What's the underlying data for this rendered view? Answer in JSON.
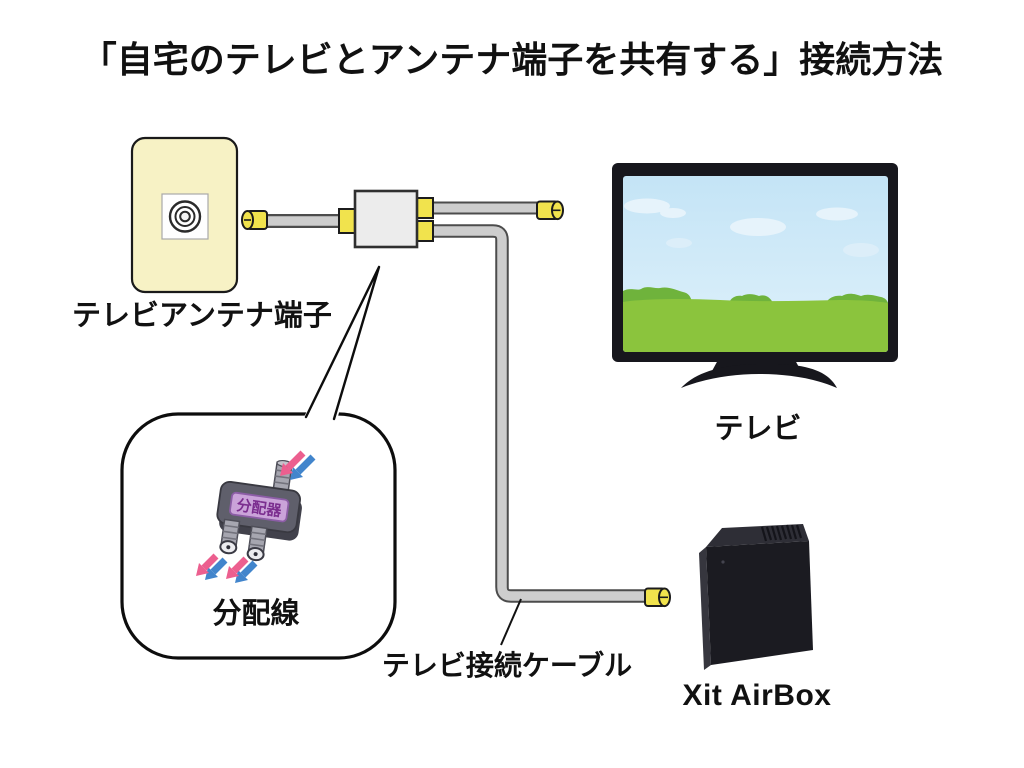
{
  "title": "「自宅のテレビとアンテナ端子を共有する」接続方法",
  "labels": {
    "antenna_terminal": "テレビアンテナ端子",
    "tv": "テレビ",
    "splitter_bubble": "分配線",
    "splitter_device": "分配器",
    "tv_cable": "テレビ接続ケーブル",
    "tuner": "Xit AirBox"
  },
  "connections": [
    {
      "from": "テレビアンテナ端子",
      "to": "分配線"
    },
    {
      "from": "分配線",
      "to": "テレビ"
    },
    {
      "from": "分配線",
      "to": "Xit AirBox",
      "via": "テレビ接続ケーブル"
    }
  ],
  "colors": {
    "background": "#ffffff",
    "wall_plate_cream": "#f7f2c5",
    "connector_yellow": "#f1e34d",
    "cable_gray": "#cdcdcd",
    "cable_outline": "#4c4c4c",
    "splitter_box_gray": "#ececec",
    "tv_frame_black": "#17171d",
    "tv_sky_blue": "#c6e6f6",
    "tv_grass_green": "#8bc43d",
    "tv_bush_green": "#6fb33c",
    "arrow_pink": "#ec5f8f",
    "arrow_blue": "#4285cc",
    "device_body_gray": "#5f5f6b",
    "device_panel_purple": "#caa3d9",
    "device_label_purple": "#7b2e8f"
  }
}
